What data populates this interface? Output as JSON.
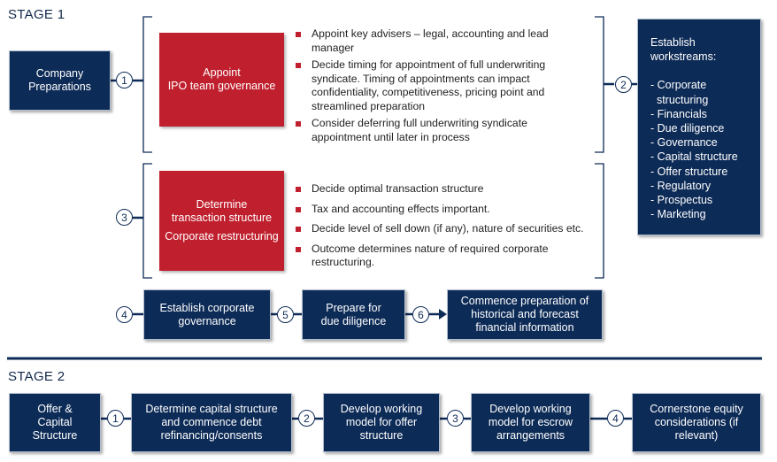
{
  "stage1": {
    "title": "STAGE 1",
    "company_prep": "Company Preparations",
    "appoint_box": [
      "Appoint",
      "IPO team governance"
    ],
    "appoint_bullets": [
      "Appoint key advisers – legal, accounting and lead manager",
      "Decide timing for appointment of full underwriting syndicate. Timing of appointments can impact confidentiality, competitiveness, pricing point and streamlined preparation",
      "Consider deferring full underwriting syndicate appointment until later in process"
    ],
    "determine_box": [
      "Determine",
      "transaction structure",
      "Corporate restructuring"
    ],
    "determine_bullets": [
      "Decide optimal transaction structure",
      "Tax and accounting effects important.",
      "Decide level of sell down (if any), nature of securities etc.",
      "Outcome determines nature of required corporate restructuring."
    ],
    "governance_box": "Establish corporate governance",
    "diligence_box": "Prepare for due diligence",
    "financial_box": "Commence preparation of historical and forecast financial information",
    "workstreams_title": "Establish workstreams:",
    "workstreams": [
      "- Corporate",
      "  structuring",
      "- Financials",
      "- Due diligence",
      "- Governance",
      "- Capital structure",
      "- Offer structure",
      "- Regulatory",
      "- Prospectus",
      "- Marketing"
    ],
    "circles": [
      "1",
      "2",
      "3",
      "4",
      "5",
      "6"
    ]
  },
  "stage2": {
    "title": "STAGE 2",
    "boxes": [
      "Offer & Capital Structure",
      "Determine capital structure and commence debt refinancing/consents",
      "Develop working model for offer structure",
      "Develop working model for escrow arrangements",
      "Cornerstone equity considerations (if relevant)"
    ],
    "circles": [
      "1",
      "2",
      "3",
      "4"
    ]
  }
}
